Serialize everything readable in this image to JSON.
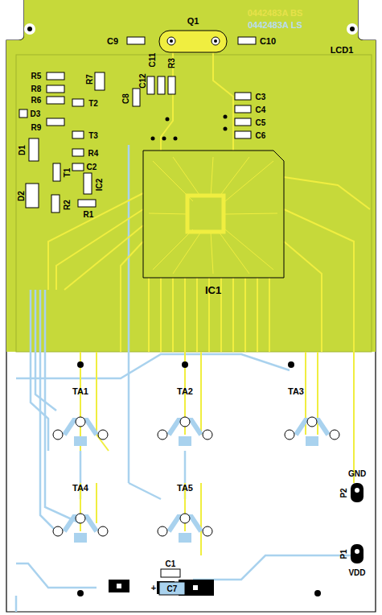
{
  "diagram": {
    "labels": [
      "0442483A BS",
      "0442483A LS",
      "Q1",
      "C9",
      "C10",
      "LCD1",
      "R5",
      "R7",
      "R8",
      "R6",
      "T2",
      "C12",
      "C11",
      "R3",
      "C3",
      "C4",
      "C5",
      "C6",
      "C8",
      "D3",
      "T3",
      "R9",
      "R4",
      "D1",
      "T1",
      "C2",
      "IC2",
      "D2",
      "R2",
      "R1",
      "IC1",
      "TA1",
      "TA2",
      "TA3",
      "TA4",
      "TA5",
      "GND",
      "P2",
      "P1",
      "VDD",
      "C1",
      "+",
      "C7"
    ]
  }
}
